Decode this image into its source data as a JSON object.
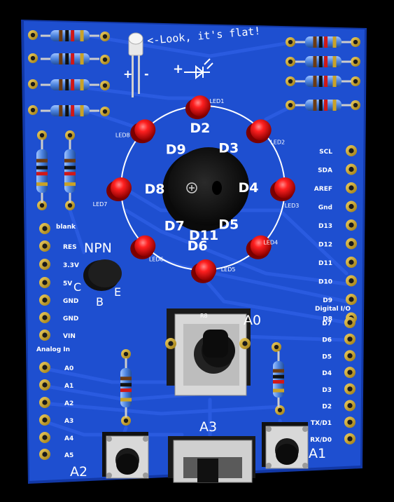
{
  "board": {
    "pcb_color": "#1e4fd0",
    "pcb_dark": "#1238a6",
    "trace_color": "#2a5be0",
    "pad_color": "#c9a227"
  },
  "annotation": {
    "note": "<-Look, it's flat!",
    "plus": "+",
    "minus": "-",
    "plus_symbol": "+"
  },
  "leds": {
    "color": "#e01010",
    "designators": [
      "D2",
      "D3",
      "D4",
      "D5",
      "D6",
      "D7",
      "D8",
      "D9"
    ],
    "labels": [
      "LED1",
      "LED2",
      "LED3",
      "LED4",
      "LED5",
      "LED6",
      "LED7",
      "LED8"
    ],
    "center_label": "D11"
  },
  "transistor": {
    "type": "NPN",
    "pins": [
      "C",
      "B",
      "E"
    ]
  },
  "left_header": {
    "title": "blank",
    "pins": [
      "RES",
      "3.3V",
      "5V",
      "GND",
      "GND",
      "VIN"
    ]
  },
  "analog_header": {
    "title": "Analog In",
    "pins": [
      "A0",
      "A1",
      "A2",
      "A3",
      "A4",
      "A5"
    ]
  },
  "right_header_top": {
    "pins": [
      "SCL",
      "SDA",
      "AREF",
      "Gnd",
      "D13",
      "D12",
      "D11",
      "D10",
      "D9",
      "D8"
    ]
  },
  "right_header_bottom": {
    "title": "Digital I/O",
    "pins": [
      "D7",
      "D6",
      "D5",
      "D4",
      "D3",
      "D2",
      "TX/D1",
      "RX/D0"
    ]
  },
  "controls": {
    "pot_label": "A0",
    "pot_silk": "R8",
    "slide_label": "A3",
    "button_left_label": "A2",
    "button_right_label": "A1"
  }
}
